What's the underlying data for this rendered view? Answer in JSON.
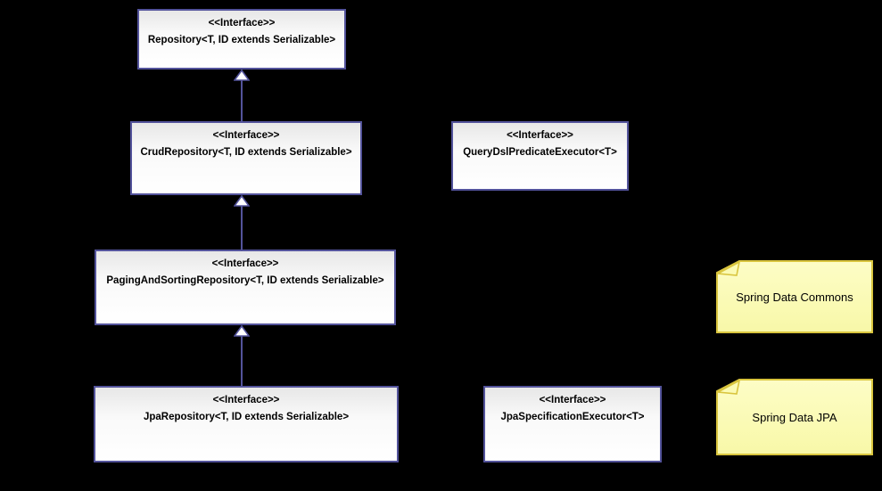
{
  "diagram": {
    "type": "uml-class-diagram",
    "background_color": "#000000",
    "box_border_color": "#53539B",
    "box_fill_top": "#E7E7E7",
    "box_fill_bottom": "#FFFFFF",
    "note_border_color": "#D9C53E",
    "note_fill_color": "#FAFAB4",
    "text_color": "#000000",
    "stereotype": "<<Interface>>",
    "interfaces": [
      {
        "name": "Repository<T, ID extends Serializable>"
      },
      {
        "name": "CrudRepository<T, ID extends Serializable>"
      },
      {
        "name": "QueryDslPredicateExecutor<T>"
      },
      {
        "name": "PagingAndSortingRepository<T, ID extends Serializable>"
      },
      {
        "name": "JpaRepository<T, ID extends Serializable>"
      },
      {
        "name": "JpaSpecificationExecutor<T>"
      }
    ],
    "notes": [
      {
        "text": "Spring Data Commons"
      },
      {
        "text": "Spring Data JPA"
      }
    ],
    "relationships": [
      {
        "from": "CrudRepository",
        "to": "Repository",
        "type": "extends"
      },
      {
        "from": "PagingAndSortingRepository",
        "to": "CrudRepository",
        "type": "extends"
      },
      {
        "from": "JpaRepository",
        "to": "PagingAndSortingRepository",
        "type": "extends"
      }
    ]
  }
}
